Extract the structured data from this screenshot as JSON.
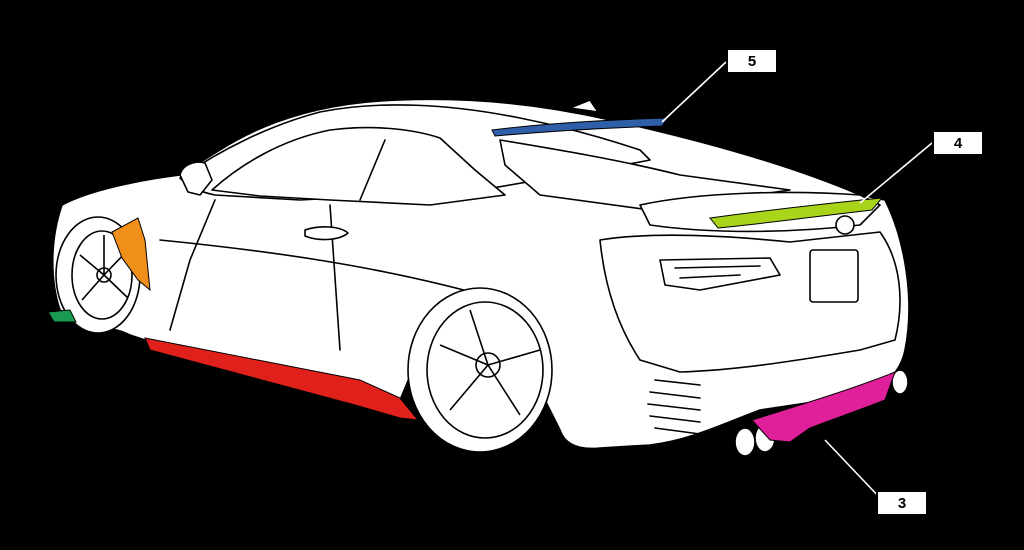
{
  "callouts": [
    {
      "id": "5",
      "label": "5",
      "part": "roof-spoiler",
      "color": "#2f5fa8"
    },
    {
      "id": "4",
      "label": "4",
      "part": "trunk-spoiler",
      "color": "#a8d41a"
    },
    {
      "id": "3",
      "label": "3",
      "part": "rear-diffuser",
      "color": "#e0209a"
    }
  ],
  "parts": {
    "side_skirt_color": "#e0201a",
    "front_fender_duct_color": "#f0901a",
    "front_lip_color": "#1a9a50"
  }
}
